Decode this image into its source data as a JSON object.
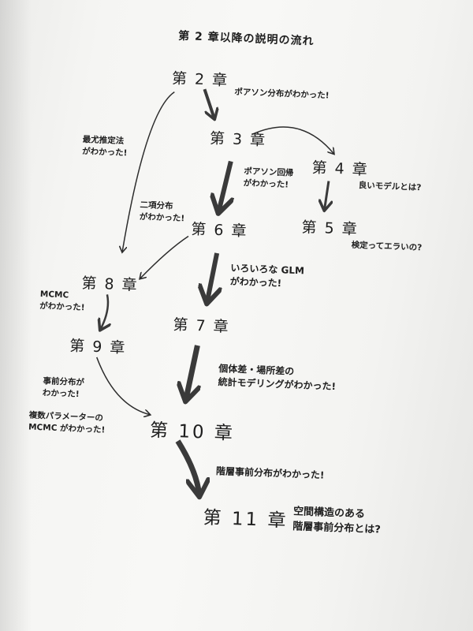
{
  "title": "第 2 章以降の説明の流れ",
  "chapters": {
    "ch2": "第 2 章",
    "ch3": "第 3 章",
    "ch4": "第 4 章",
    "ch5": "第 5 章",
    "ch6": "第 6 章",
    "ch7": "第 7 章",
    "ch8": "第 8 章",
    "ch9": "第 9 章",
    "ch10": "第 10 章",
    "ch11": "第 11 章"
  },
  "notes": {
    "poisson_dist": "ポアソン分布がわかった!",
    "mle": [
      "最尤推定法",
      "がわかった!"
    ],
    "poisson_reg": [
      "ポアソン回帰",
      "がわかった!"
    ],
    "good_model": "良いモデルとは?",
    "test": "検定ってエラいの?",
    "binomial": [
      "二項分布",
      "がわかった!"
    ],
    "glm": [
      "いろいろな GLM",
      "がわかった!"
    ],
    "mcmc": [
      "MCMC",
      "がわかった!"
    ],
    "random_effects": [
      "個体差・場所差の",
      "統計モデリングがわかった!"
    ],
    "prior": [
      "事前分布が",
      "わかった!"
    ],
    "multi_mcmc": [
      "複数パラメーターの",
      "MCMC がわかった!"
    ],
    "hier_prior": "階層事前分布がわかった!",
    "spatial": [
      "空間構造のある",
      "階層事前分布とは?"
    ]
  }
}
